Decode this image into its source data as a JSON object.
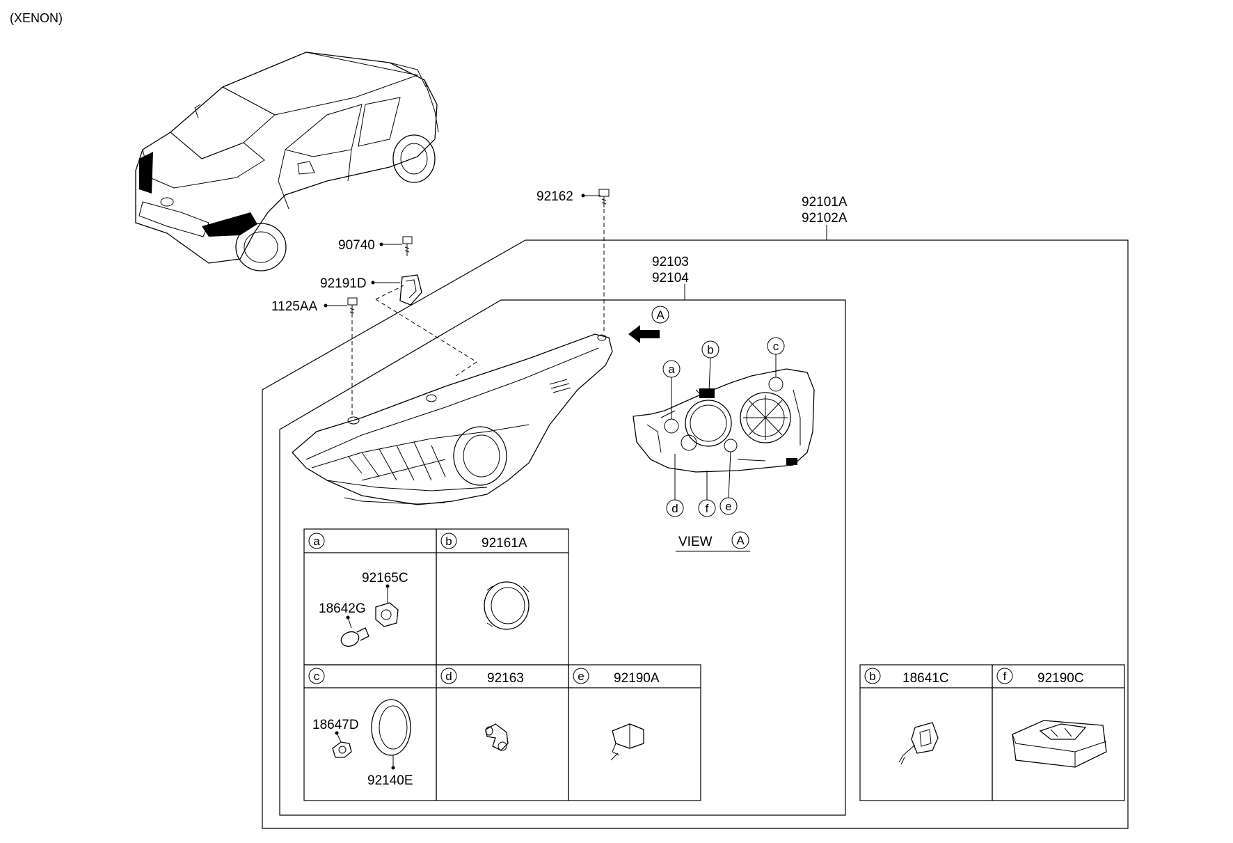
{
  "title": "(XENON)",
  "labels": {
    "p92162": "92162",
    "p92101A": "92101A",
    "p92102A": "92102A",
    "p90740": "90740",
    "p92191D": "92191D",
    "p1125AA": "1125AA",
    "p92103": "92103",
    "p92104": "92104"
  },
  "view": {
    "arrow_letter": "A",
    "caption": "VIEW",
    "caption_letter": "A",
    "callouts": {
      "a": "a",
      "b": "b",
      "c": "c",
      "d": "d",
      "e": "e",
      "f": "f"
    }
  },
  "detail_boxes": {
    "a": {
      "letter": "a",
      "title": "",
      "parts": {
        "p92165C": "92165C",
        "p18642G": "18642G"
      }
    },
    "b": {
      "letter": "b",
      "title": "92161A"
    },
    "c": {
      "letter": "c",
      "title": "",
      "parts": {
        "p18647D": "18647D",
        "p92140E": "92140E"
      }
    },
    "d": {
      "letter": "d",
      "title": "92163"
    },
    "e": {
      "letter": "e",
      "title": "92190A"
    },
    "b2": {
      "letter": "b",
      "title": "18641C"
    },
    "f": {
      "letter": "f",
      "title": "92190C"
    }
  }
}
